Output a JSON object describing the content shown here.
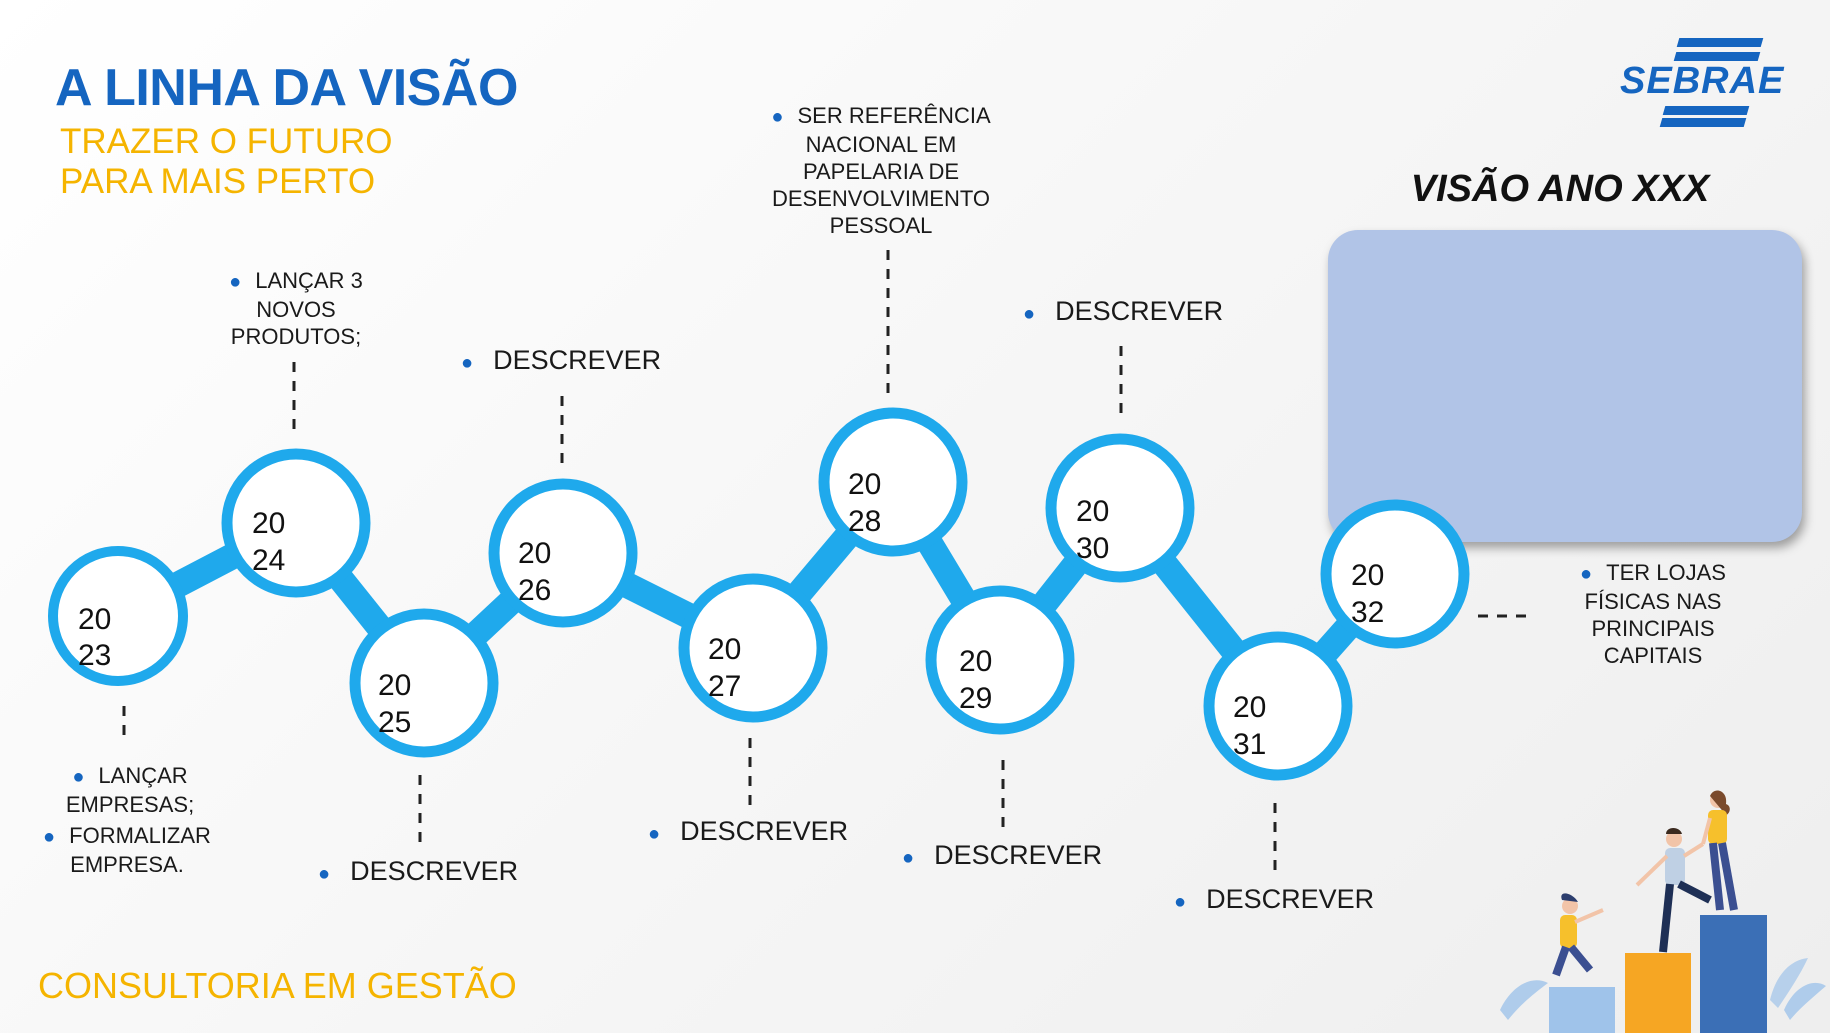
{
  "header": {
    "title": "A LINHA DA VISÃO",
    "subtitle_line1": "TRAZER O FUTURO",
    "subtitle_line2": "PARA MAIS PERTO"
  },
  "logo": {
    "text": "SEBRAE"
  },
  "footer": {
    "text": "CONSULTORIA EM GESTÃO"
  },
  "vision": {
    "heading": "VISÃO ANO XXX",
    "box_color": "#b1c4e7"
  },
  "colors": {
    "accent": "#1fa9ec",
    "title": "#1565c0",
    "subtitle": "#f5b400"
  },
  "timeline": {
    "years": [
      {
        "top": "20",
        "bottom": "23"
      },
      {
        "top": "20",
        "bottom": "24"
      },
      {
        "top": "20",
        "bottom": "25"
      },
      {
        "top": "20",
        "bottom": "26"
      },
      {
        "top": "20",
        "bottom": "27"
      },
      {
        "top": "20",
        "bottom": "28"
      },
      {
        "top": "20",
        "bottom": "29"
      },
      {
        "top": "20",
        "bottom": "30"
      },
      {
        "top": "20",
        "bottom": "31"
      },
      {
        "top": "20",
        "bottom": "32"
      }
    ],
    "notes": {
      "y2023_a_1": "LANÇAR",
      "y2023_a_2": "EMPRESAS;",
      "y2023_b_1": "FORMALIZAR",
      "y2023_b_2": "EMPRESA.",
      "y2024_1": "LANÇAR 3",
      "y2024_2": "NOVOS",
      "y2024_3": "PRODUTOS;",
      "y2025": "DESCREVER",
      "y2026": "DESCREVER",
      "y2027": "DESCREVER",
      "y2028_1": "SER REFERÊNCIA",
      "y2028_2": "NACIONAL EM",
      "y2028_3": "PAPELARIA DE",
      "y2028_4": "DESENVOLVIMENTO",
      "y2028_5": "PESSOAL",
      "y2029": "DESCREVER",
      "y2030": "DESCREVER",
      "y2031": "DESCREVER",
      "y2032_1": "TER LOJAS",
      "y2032_2": "FÍSICAS NAS",
      "y2032_3": "PRINCIPAIS",
      "y2032_4": "CAPITAIS"
    }
  }
}
